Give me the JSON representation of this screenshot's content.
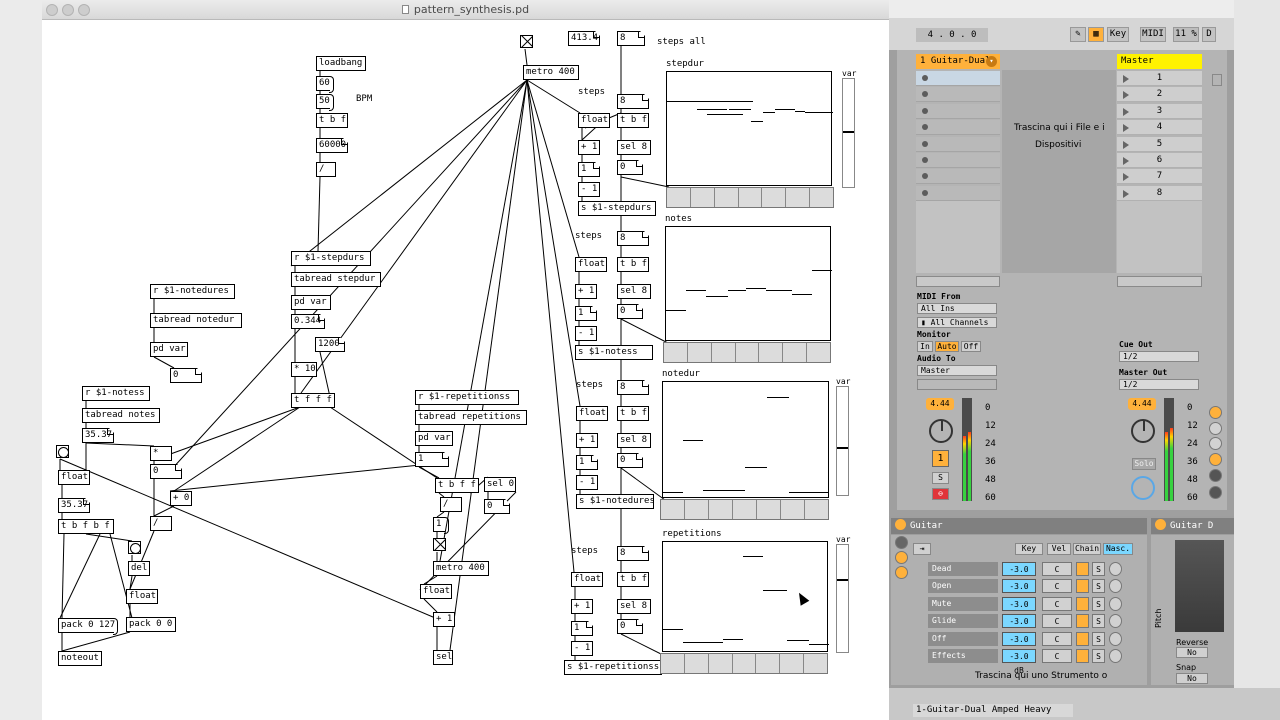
{
  "window": {
    "title": "pattern_synthesis.pd"
  },
  "patch": {
    "loadbang": "loadbang",
    "m60": "60",
    "m50": "50",
    "bpm": "BPM",
    "tbf": "t b f",
    "m60000": "60000",
    "div": "/",
    "r_stepdurs": "r $1-stepdurs",
    "tabread_stepdur": "tabread stepdur",
    "pd_var": "pd var",
    "n0344": "0.344",
    "n1200": "1200",
    "times10": "* 10",
    "tfff": "t f f f",
    "r_notedures": "r $1-notedures",
    "tabread_notedur": "tabread notedur",
    "pd_var2": "pd var",
    "n0": "0",
    "r_notess": "r $1-notess",
    "tabread_notes": "tabread notes",
    "n3537": "35.37",
    "float": "float",
    "n3537b": "35.37",
    "tbfbf": "t b f b f",
    "del": "del",
    "float2": "float",
    "pack1": "pack 0 127",
    "pack2": "pack 0 0",
    "noteout": "noteout",
    "mul": "*",
    "n0b": "0",
    "plus0": "+ 0",
    "div2": "/",
    "r_reps": "r $1-repetitionss",
    "tabread_reps": "tabread repetitions",
    "pd_var3": "pd var",
    "n1": "1",
    "tbff": "t b f f",
    "sel0": "sel 0",
    "div3": "/",
    "one": "1",
    "n0c": "0",
    "metro400b": "metro 400",
    "float3": "float",
    "plus1": "+ 1",
    "sel": "sel",
    "n4134": "413.4",
    "metro400": "metro 400",
    "n8": "8",
    "steps_all": "steps all",
    "steps": "steps",
    "float_s": "float",
    "n8s": "8",
    "tbf_s": "t b f",
    "plus1s": "+ 1",
    "sel8": "sel 8",
    "one_s": "1",
    "zero_s": "0",
    "minus1": "- 1",
    "s_stepdurs": "s $1-stepdurs",
    "s_notess": "s $1-notess",
    "s_notedures": "s $1-notedures",
    "s_repetitionss": "s $1-repetitionss",
    "arrays": [
      "stepdur",
      "notes",
      "notedur",
      "repetitions"
    ],
    "var": "var"
  },
  "ableton": {
    "position": "4 .   0 .   0",
    "key": "Key",
    "midi": "MIDI",
    "cpu": "11 %",
    "d": "D",
    "track1": "1 Guitar-Dual",
    "master": "Master",
    "drop_text_1": "Trascina qui i File e i",
    "drop_text_2": "Dispositivi",
    "scenes": [
      "1",
      "2",
      "3",
      "4",
      "5",
      "6",
      "7",
      "8"
    ],
    "midi_from": "MIDI From",
    "all_ins": "All Ins",
    "all_channels": "All Channels",
    "monitor": "Monitor",
    "mon_in": "In",
    "mon_auto": "Auto",
    "mon_off": "Off",
    "audio_to": "Audio To",
    "audio_master": "Master",
    "cue_out": "Cue Out",
    "cue_val": "1/2",
    "master_out": "Master Out",
    "master_val": "1/2",
    "vol1": "4.44",
    "vol2": "4.44",
    "db_ticks": [
      "0",
      "12",
      "24",
      "36",
      "48",
      "60"
    ],
    "track_num": "1",
    "solo_s": "S",
    "solo": "Solo",
    "device": "Guitar",
    "device2": "Guitar D",
    "dev_tabs": [
      "Key",
      "Vel",
      "Chain",
      "Nasc."
    ],
    "chains": [
      "Dead",
      "Open",
      "Mute",
      "Glide",
      "Off",
      "Effects"
    ],
    "chain_db": "-3.0 dB",
    "chain_pan": "C",
    "chain_s": "S",
    "drop_instr": "Trascina qui uno Strumento o",
    "pitch": "Pitch",
    "reverse": "Reverse",
    "no": "No",
    "snap": "Snap",
    "status": "1-Guitar-Dual Amped Heavy"
  }
}
